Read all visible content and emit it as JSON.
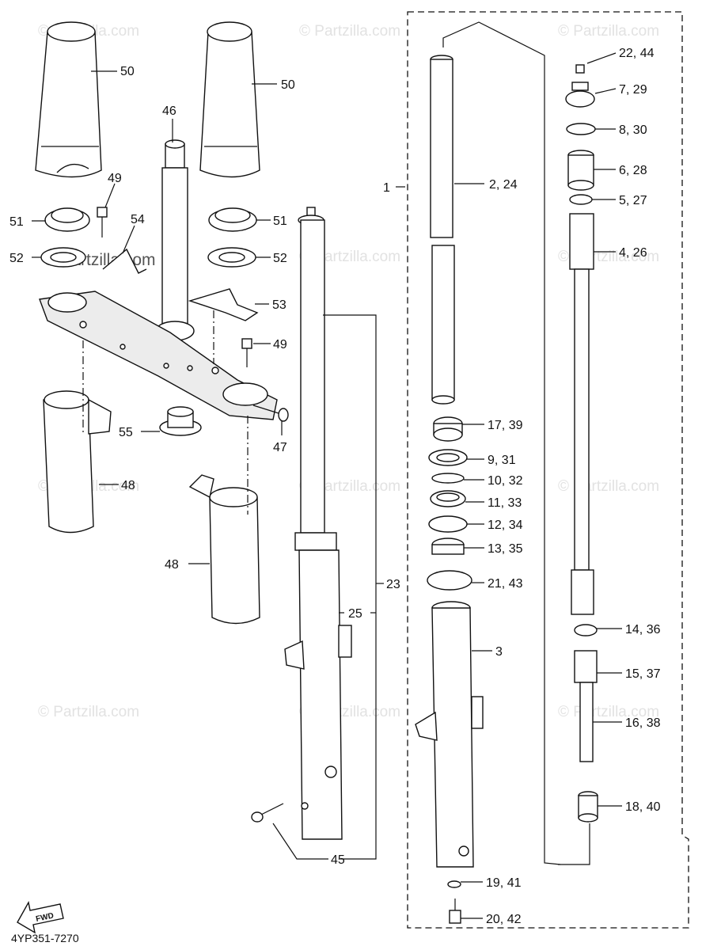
{
  "watermark": "© Partzilla.com",
  "diagram_code": "4YP351-7270",
  "fwd_label": "FWD",
  "labels": {
    "p50a": "50",
    "p50b": "50",
    "p46": "46",
    "p49a": "49",
    "p49b": "49",
    "p51a": "51",
    "p51b": "51",
    "p52a": "52",
    "p52b": "52",
    "p53": "53",
    "p54": "54",
    "p55": "55",
    "p47": "47",
    "p48a": "48",
    "p48b": "48",
    "p1": "1",
    "p2": "2, 24",
    "p3": "3",
    "p4": "4, 26",
    "p5": "5, 27",
    "p6": "6, 28",
    "p7": "7, 29",
    "p8": "8, 30",
    "p9": "9, 31",
    "p10": "10, 32",
    "p11": "11, 33",
    "p12": "12, 34",
    "p13": "13, 35",
    "p14": "14, 36",
    "p15": "15, 37",
    "p16": "16, 38",
    "p17": "17, 39",
    "p18": "18, 40",
    "p19": "19, 41",
    "p20": "20, 42",
    "p21": "21, 43",
    "p22": "22, 44",
    "p23": "23",
    "p25": "25",
    "p45": "45"
  }
}
